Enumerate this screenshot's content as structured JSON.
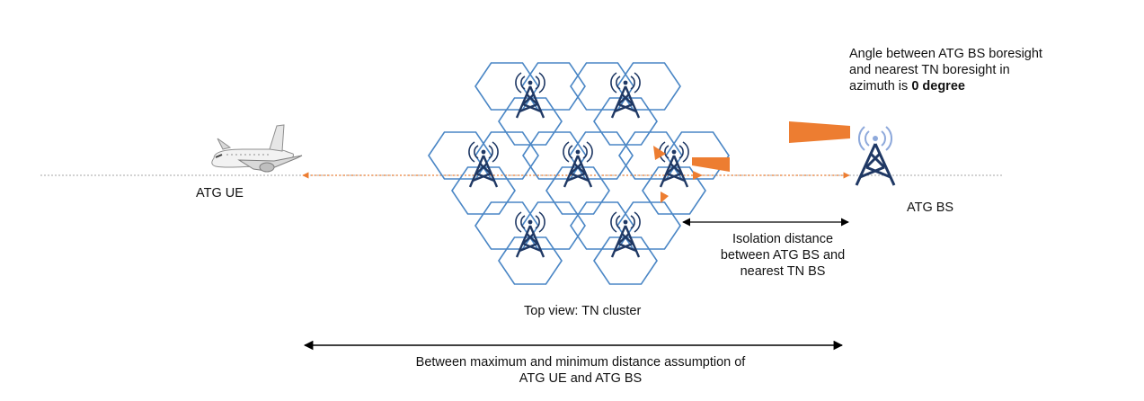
{
  "labels": {
    "atg_ue": "ATG UE",
    "atg_bs": "ATG BS",
    "cluster": "Top view: TN cluster",
    "isolation_line1": "Isolation distance",
    "isolation_line2": "between ATG BS and",
    "isolation_line3": "nearest TN BS",
    "range_line1": "Between maximum and minimum distance assumption of",
    "range_line2": "ATG UE and ATG BS",
    "angle_line1": "Angle between ATG BS boresight",
    "angle_line2": "and nearest TN boresight in",
    "angle_line3_prefix": "azimuth is ",
    "angle_line3_bold": "0 degree"
  },
  "colors": {
    "hex_stroke": "#4a86c5",
    "tower": "#1f3864",
    "tower_light": "#8ea9db",
    "beam": "#ed7d31",
    "axis_line": "#a6a6a6",
    "arrow": "#000000"
  },
  "icons": {
    "aircraft": "airplane-icon",
    "tower": "cell-tower-icon"
  }
}
